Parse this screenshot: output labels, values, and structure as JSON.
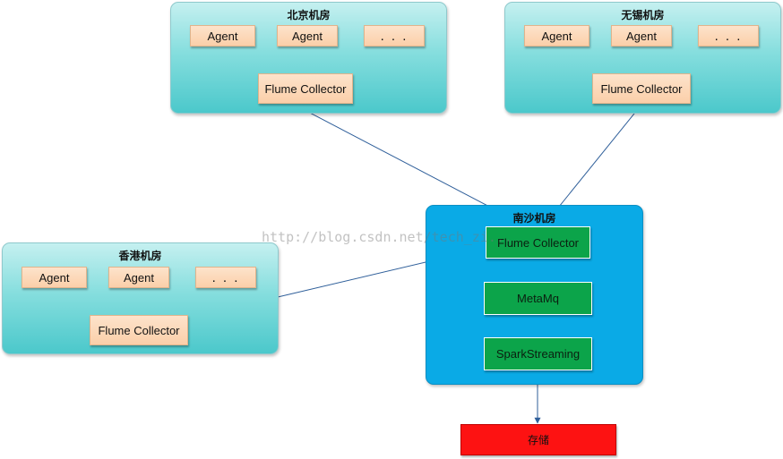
{
  "colors": {
    "edge": "#2f5f9a",
    "remote_dc_fill": "#6fd6d8",
    "main_dc_fill": "#0aaae6",
    "agent_fill": "#fcd6b4",
    "pipeline_fill": "#0ca44a",
    "storage_fill": "#fd1212"
  },
  "datacenters": {
    "beijing": {
      "title": "北京机房",
      "agent1": "Agent",
      "agent2": "Agent",
      "agent3": ". . .",
      "collector": "Flume Collector"
    },
    "wuxi": {
      "title": "无锡机房",
      "agent1": "Agent",
      "agent2": "Agent",
      "agent3": ". . .",
      "collector": "Flume Collector"
    },
    "hongkong": {
      "title": "香港机房",
      "agent1": "Agent",
      "agent2": "Agent",
      "agent3": ". . .",
      "collector": "Flume Collector"
    },
    "nansha": {
      "title": "南沙机房",
      "collector": "Flume Collector",
      "metamq": "MetaMq",
      "spark": "SparkStreaming"
    }
  },
  "storage": {
    "label": "存储"
  },
  "watermark": "http://blog.csdn.net/tech_zi..."
}
